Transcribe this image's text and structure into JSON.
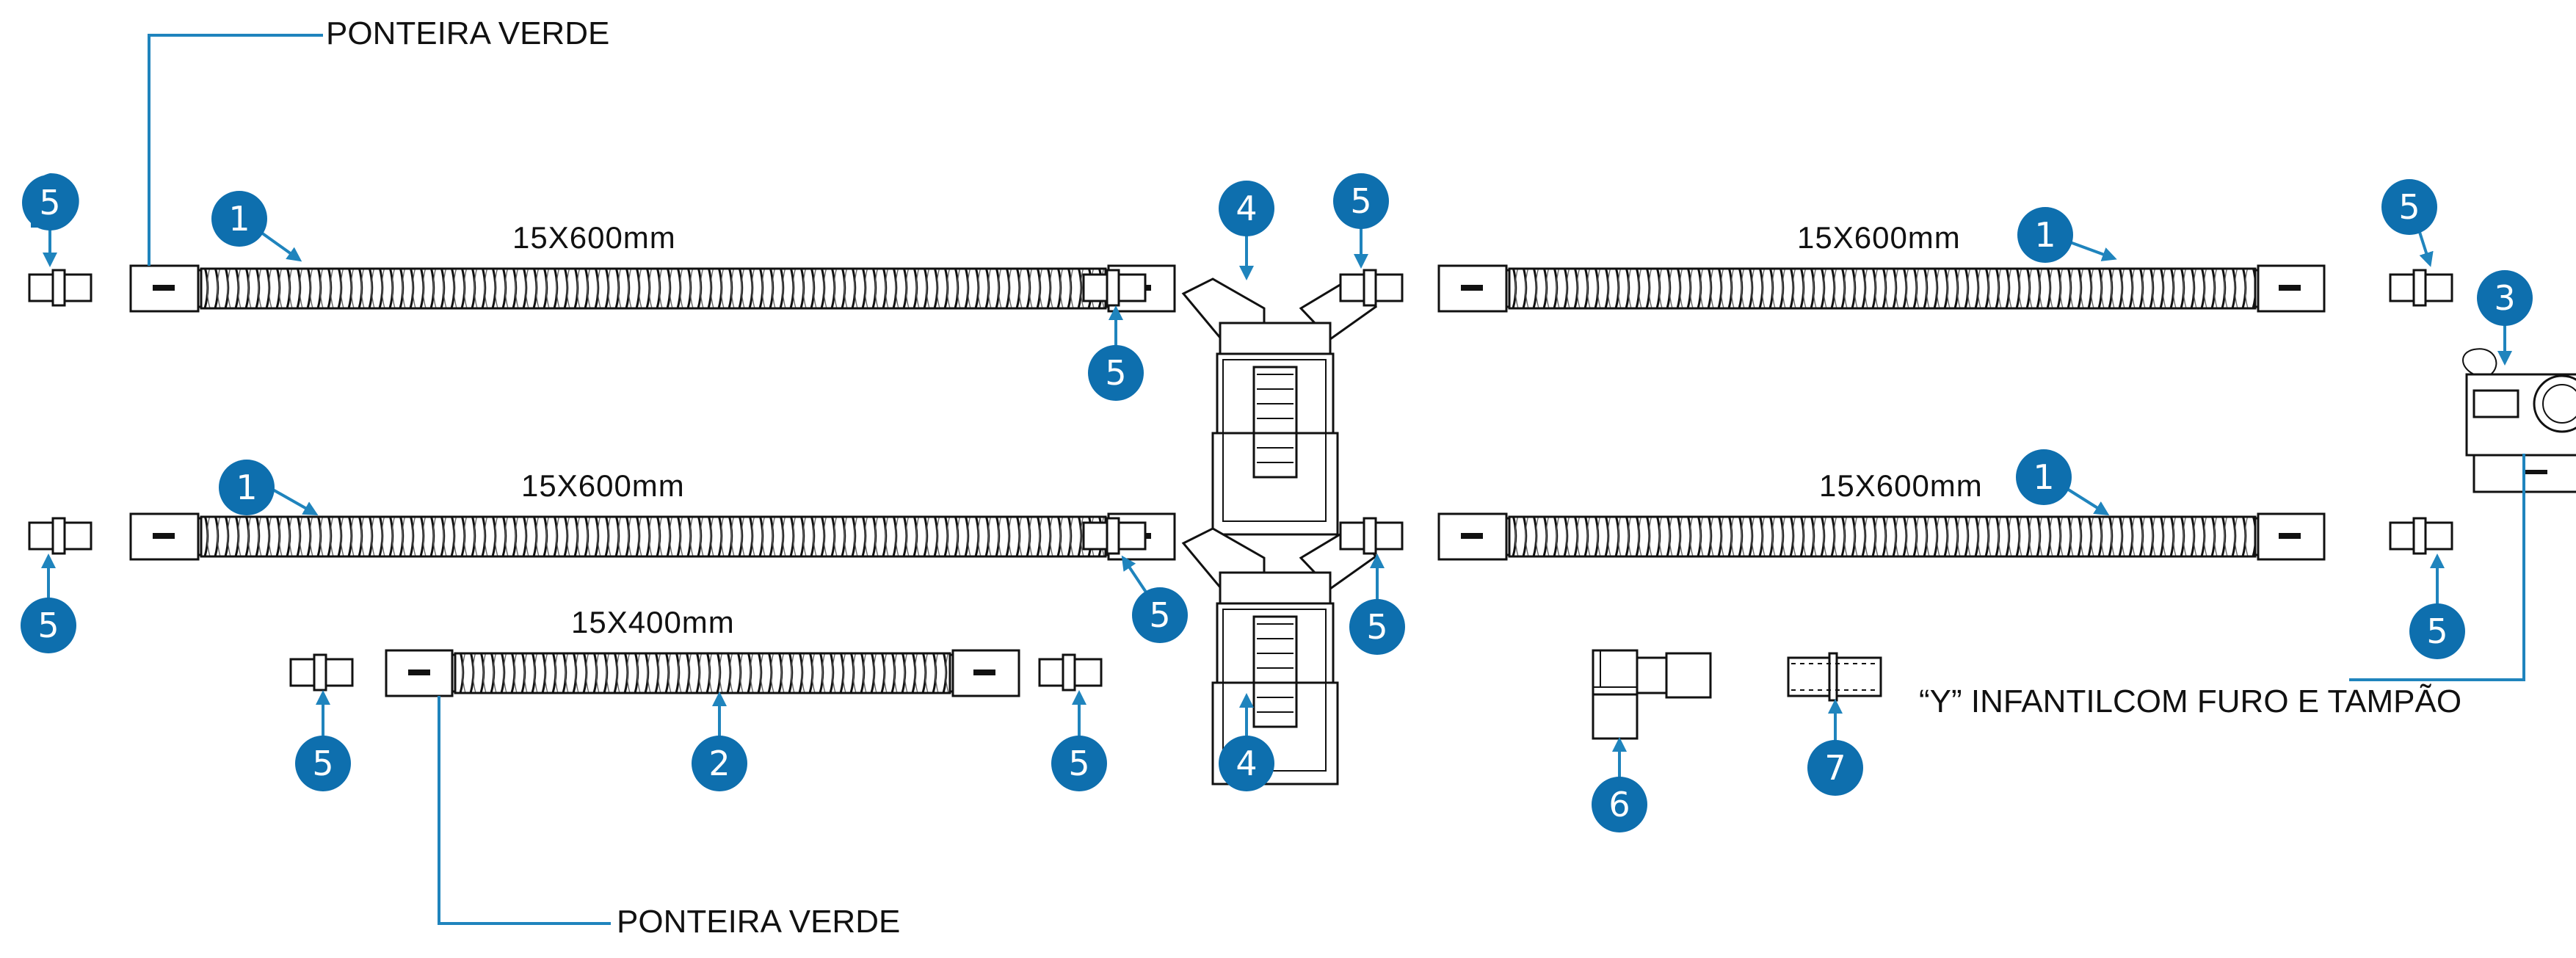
{
  "colors": {
    "callout_fill": "#0e6fae",
    "leader_line": "#1f84bd",
    "ink": "#111111",
    "background": "#ffffff"
  },
  "labels": {
    "ponteira_top": "PONTEIRA VERDE",
    "ponteira_bottom": "PONTEIRA VERDE",
    "y_infantil": "“Y” INFANTILCOM FURO E TAMPÃO"
  },
  "dimensions": {
    "top_left_tube": "15X600mm",
    "top_right_tube": "15X600mm",
    "mid_left_tube": "15X600mm",
    "mid_right_tube": "15X600mm",
    "short_tube": "15X400mm"
  },
  "callouts": [
    {
      "id": "c1",
      "number": "5"
    },
    {
      "id": "c2",
      "number": "1"
    },
    {
      "id": "c3",
      "number": "5"
    },
    {
      "id": "c4",
      "number": "4"
    },
    {
      "id": "c5",
      "number": "5"
    },
    {
      "id": "c6",
      "number": "1"
    },
    {
      "id": "c7",
      "number": "5"
    },
    {
      "id": "c8",
      "number": "3"
    },
    {
      "id": "c9",
      "number": "1"
    },
    {
      "id": "c10",
      "number": "5"
    },
    {
      "id": "c11",
      "number": "1"
    },
    {
      "id": "c12",
      "number": "5"
    },
    {
      "id": "c13",
      "number": "5"
    },
    {
      "id": "c14",
      "number": "5"
    },
    {
      "id": "c15",
      "number": "5"
    },
    {
      "id": "c16",
      "number": "2"
    },
    {
      "id": "c17",
      "number": "5"
    },
    {
      "id": "c18",
      "number": "4"
    },
    {
      "id": "c19",
      "number": "6"
    },
    {
      "id": "c20",
      "number": "7"
    }
  ]
}
